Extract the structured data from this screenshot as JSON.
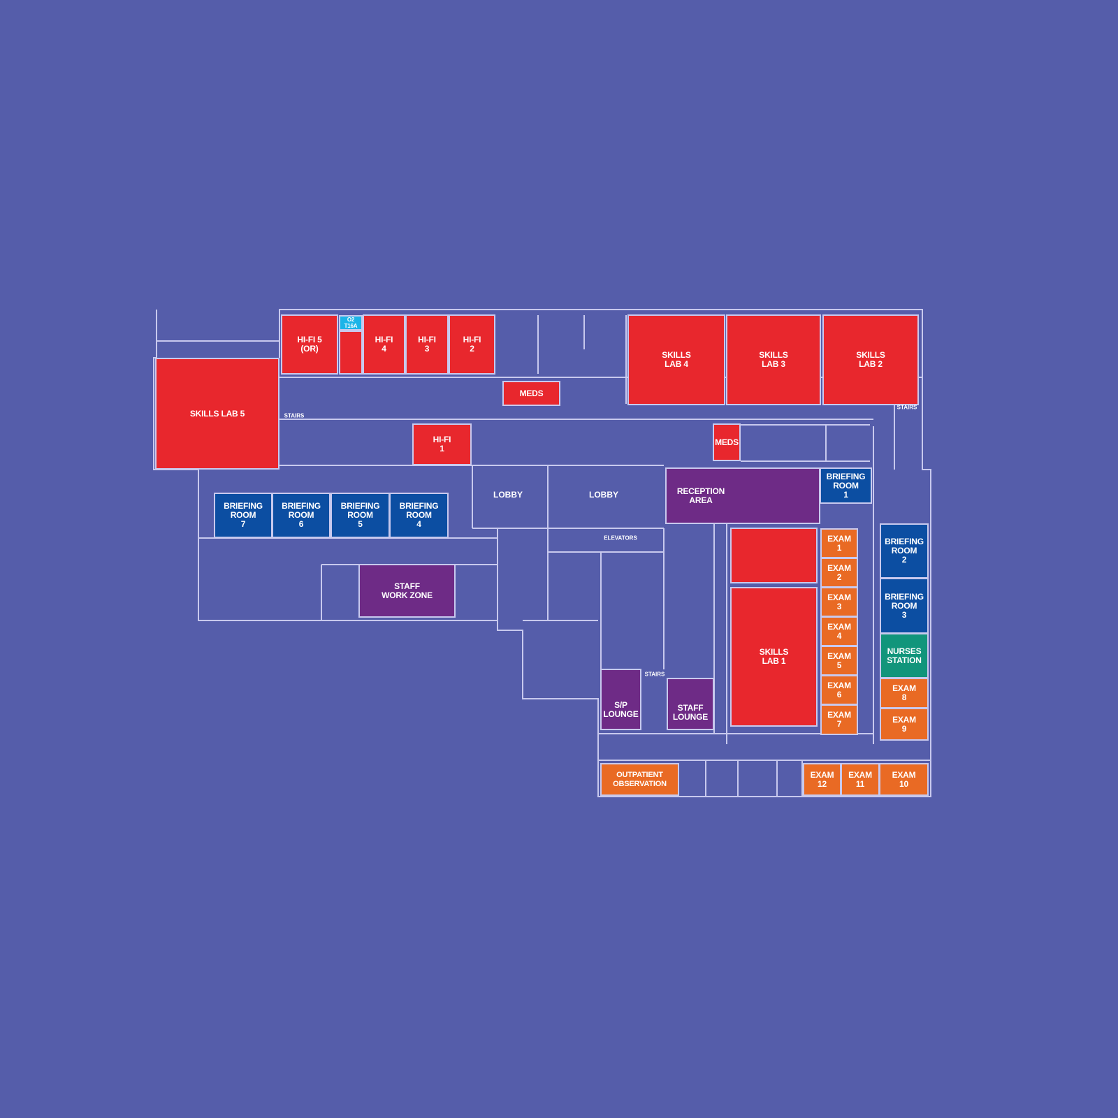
{
  "colors": {
    "background": "#555DAA",
    "walls": "#C8C9EE",
    "skills_hifi": "#E8272D",
    "briefing": "#0C4EA2",
    "staff_reception": "#6E2B86",
    "exam": "#E96A24",
    "nurses": "#11957B",
    "o2": "#1BB4E8"
  },
  "rooms": {
    "skills_lab_5": "SKILLS LAB 5",
    "hifi_5": "HI-FI 5\n(OR)",
    "o2": "O2\nT16A",
    "hifi_4": "HI-FI\n4",
    "hifi_3": "HI-FI\n3",
    "hifi_2": "HI-FI\n2",
    "hifi_1": "HI-FI\n1",
    "meds_1": "MEDS",
    "meds_2": "MEDS",
    "skills_lab_4": "SKILLS\nLAB 4",
    "skills_lab_3": "SKILLS\nLAB 3",
    "skills_lab_2": "SKILLS\nLAB 2",
    "skills_lab_1": "SKILLS\nLAB 1",
    "reception": "RECEPTION\nAREA",
    "briefing_1": "BRIEFING\nROOM\n1",
    "briefing_2": "BRIEFING\nROOM\n2",
    "briefing_3": "BRIEFING\nROOM\n3",
    "briefing_4": "BRIEFING\nROOM\n4",
    "briefing_5": "BRIEFING\nROOM\n5",
    "briefing_6": "BRIEFING\nROOM\n6",
    "briefing_7": "BRIEFING\nROOM\n7",
    "staff_work_zone": "STAFF\nWORK ZONE",
    "sp_lounge": "S/P\nLOUNGE",
    "staff_lounge": "STAFF\nLOUNGE",
    "nurses_station": "NURSES\nSTATION",
    "exam_1": "EXAM\n1",
    "exam_2": "EXAM\n2",
    "exam_3": "EXAM\n3",
    "exam_4": "EXAM\n4",
    "exam_5": "EXAM\n5",
    "exam_6": "EXAM\n6",
    "exam_7": "EXAM\n7",
    "exam_8": "EXAM\n8",
    "exam_9": "EXAM\n9",
    "exam_10": "EXAM\n10",
    "exam_11": "EXAM\n11",
    "exam_12": "EXAM\n12",
    "outpatient": "OUTPATIENT\nOBSERVATION"
  },
  "labels": {
    "lobby_1": "LOBBY",
    "lobby_2": "LOBBY",
    "elevators": "ELEVATORS",
    "stairs_1": "STAIRS",
    "stairs_2": "STAIRS",
    "stairs_3": "STAIRS"
  }
}
